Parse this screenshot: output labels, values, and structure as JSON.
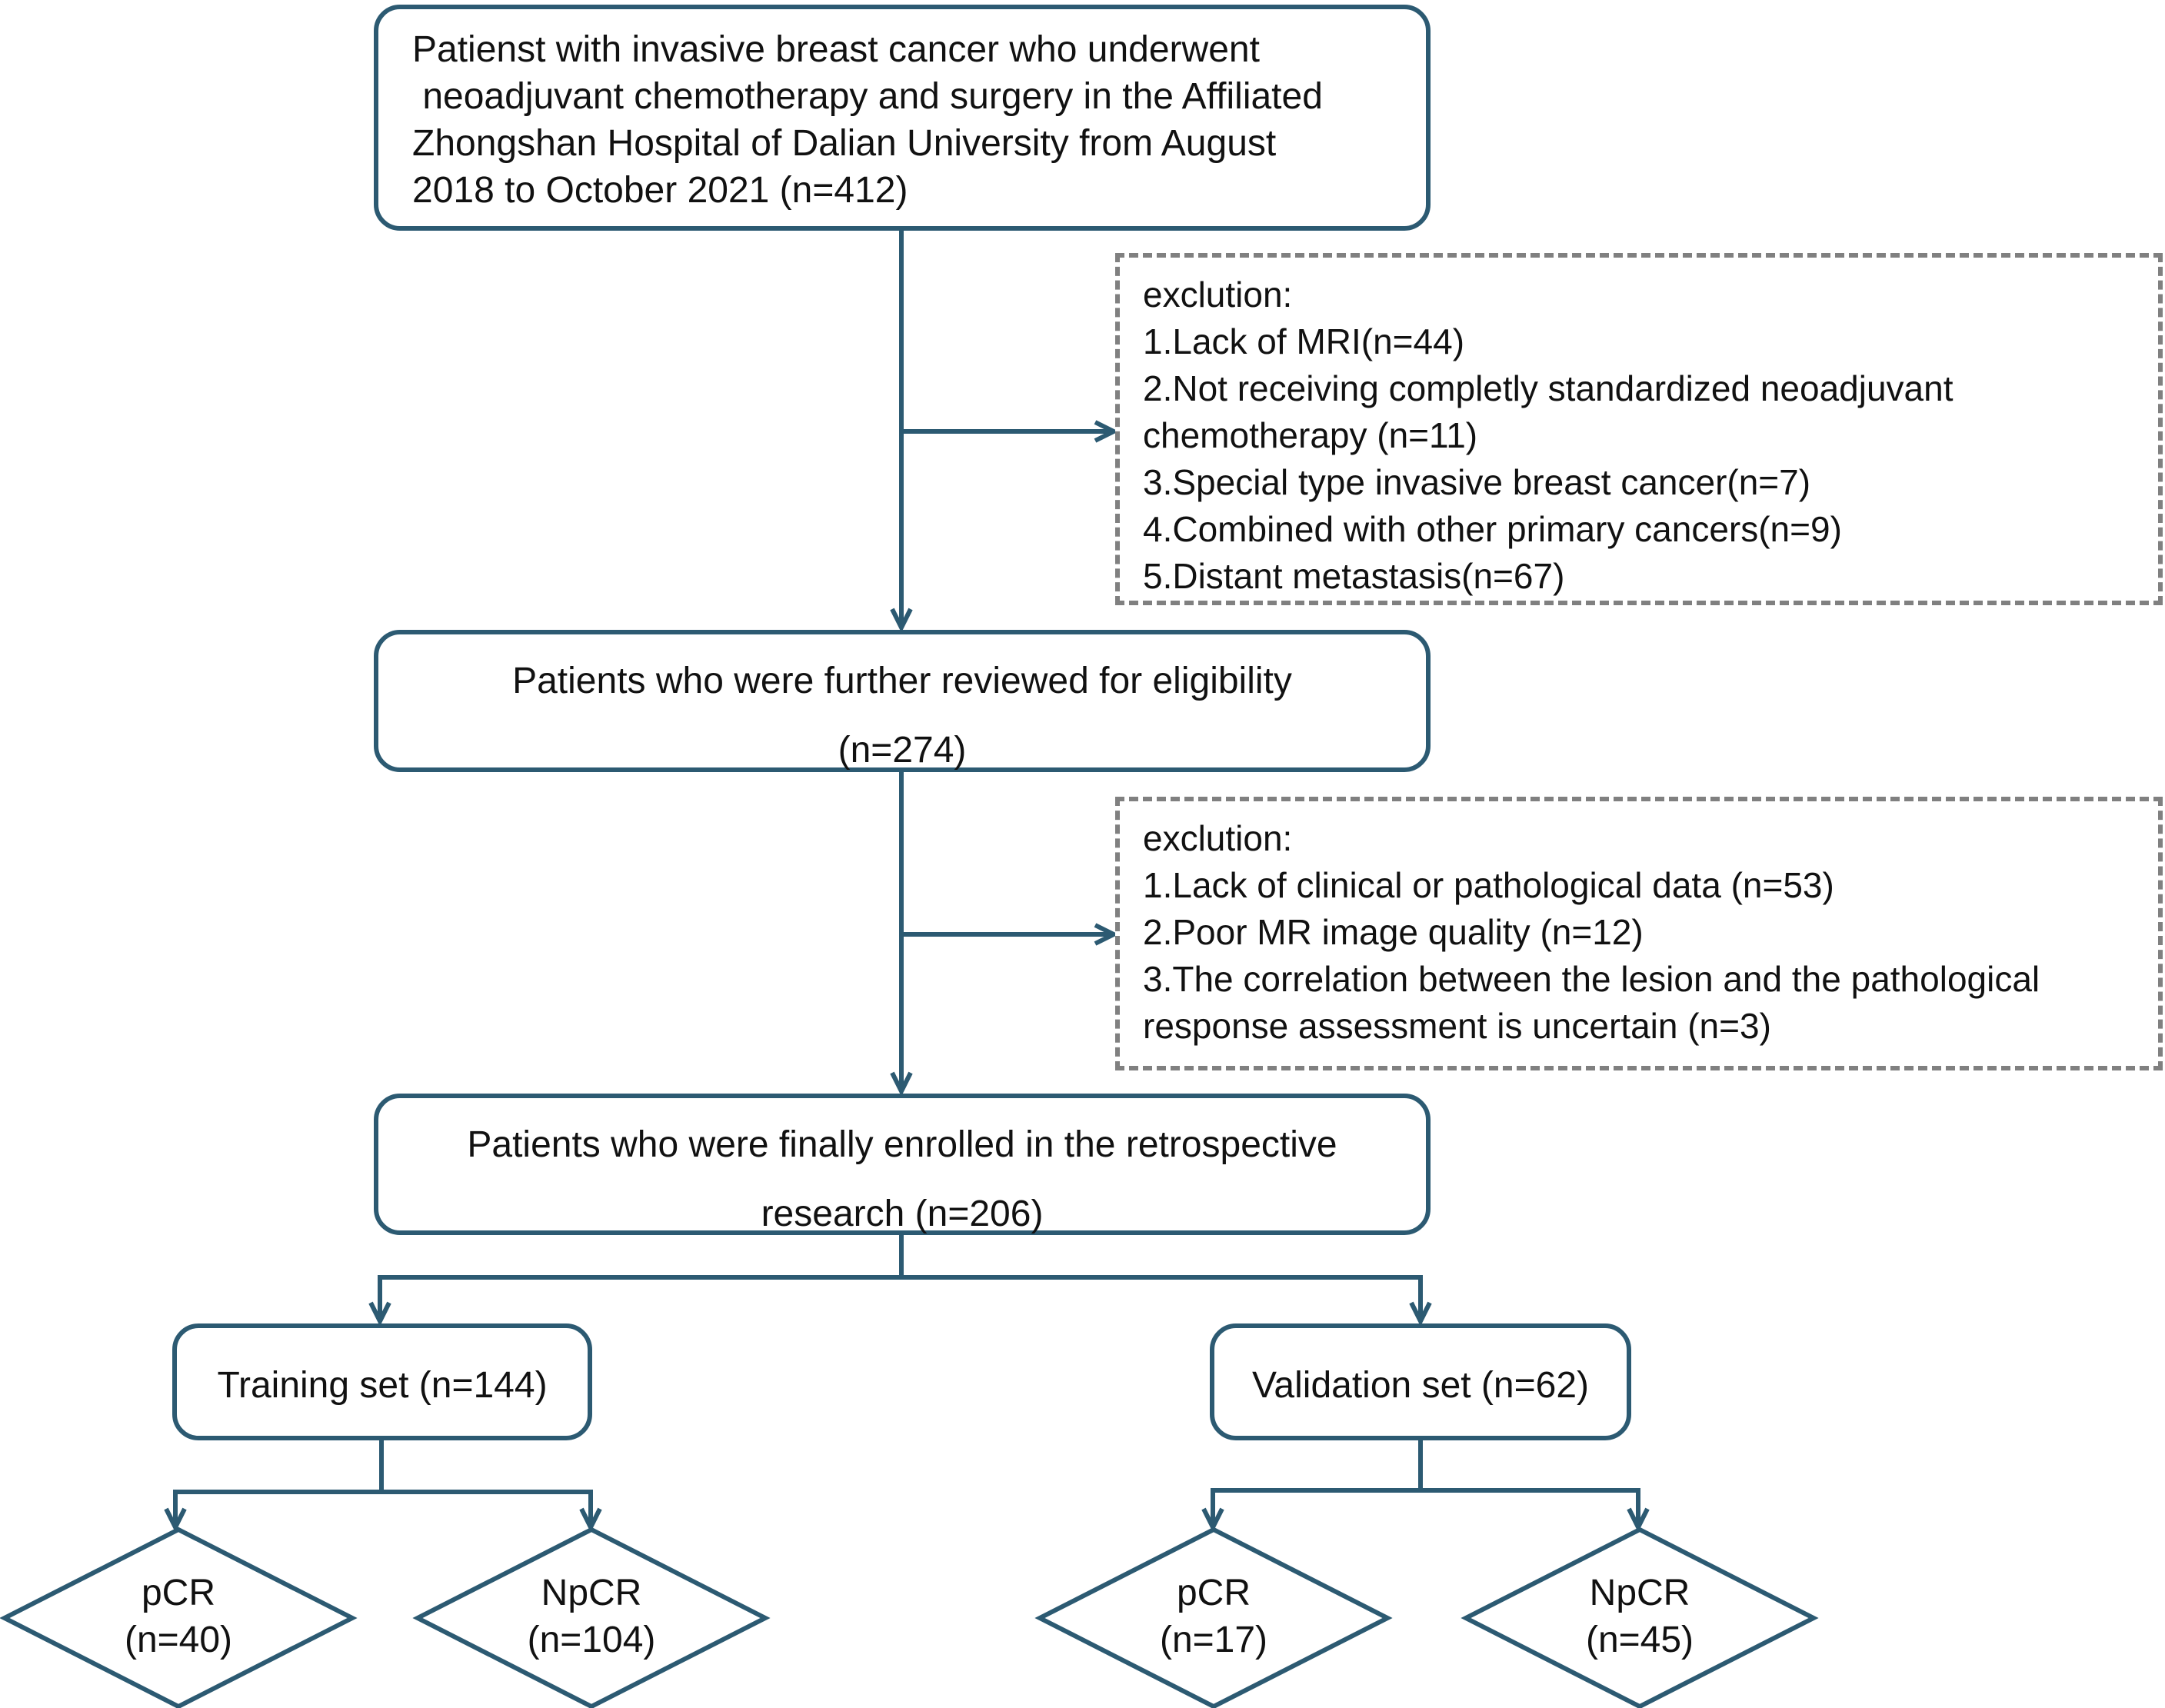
{
  "boxes": {
    "initial": [
      "Patienst with invasive breast cancer who underwent",
      " neoadjuvant chemotherapy and surgery in the Affiliated",
      "Zhongshan Hospital of Dalian University from August",
      "2018 to October 2021 (n=412)"
    ],
    "exclusion1": {
      "heading": "exclution:",
      "items": [
        "1.Lack of MRI(n=44)",
        "2.Not receiving completly standardized neoadjuvant",
        "chemotherapy (n=11)",
        "3.Special type invasive breast cancer(n=7)",
        "4.Combined with other primary cancers(n=9)",
        "5.Distant metastasis(n=67)"
      ]
    },
    "reviewed": [
      "Patients who were further reviewed for eligibility",
      "(n=274)"
    ],
    "exclusion2": {
      "heading": "exclution:",
      "items": [
        "1.Lack of clinical or pathological data (n=53)",
        "2.Poor MR image quality (n=12)",
        "3.The correlation between the lesion and the pathological",
        "response assessment is uncertain (n=3)"
      ]
    },
    "enrolled": [
      "Patients who were finally enrolled in the retrospective",
      "research (n=206)"
    ],
    "training": "Training set (n=144)",
    "validation": "Validation set (n=62)"
  },
  "outcomes": {
    "training_pcr": [
      "pCR",
      "(n=40)"
    ],
    "training_npcr": [
      "NpCR",
      "(n=104)"
    ],
    "validation_pcr": [
      "pCR",
      "(n=17)"
    ],
    "validation_npcr": [
      "NpCR",
      "(n=45)"
    ]
  },
  "colors": {
    "line": "#2c5a72",
    "dash": "#808080",
    "text": "#111111"
  }
}
